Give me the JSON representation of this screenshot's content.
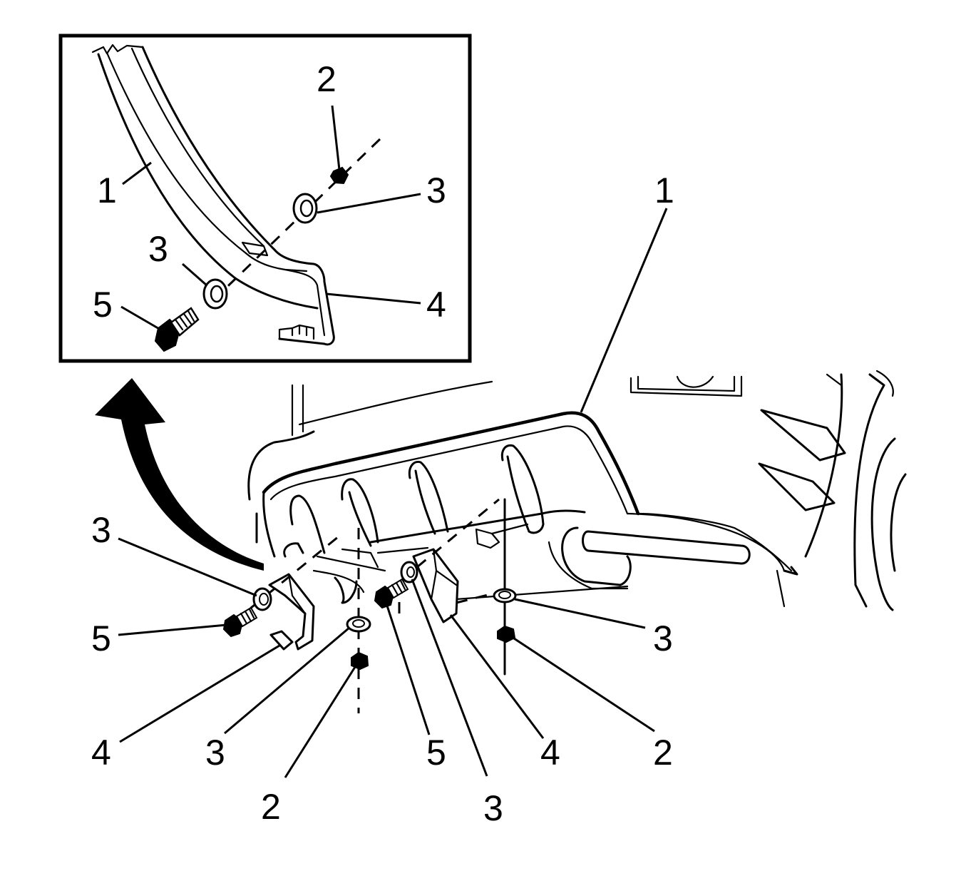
{
  "diagram": {
    "callouts": [
      {
        "id": "inset-1",
        "text": "1"
      },
      {
        "id": "inset-2",
        "text": "2"
      },
      {
        "id": "inset-3a",
        "text": "3"
      },
      {
        "id": "inset-3b",
        "text": "3"
      },
      {
        "id": "inset-4",
        "text": "4"
      },
      {
        "id": "inset-5",
        "text": "5"
      },
      {
        "id": "main-1",
        "text": "1"
      },
      {
        "id": "main-3-left",
        "text": "3"
      },
      {
        "id": "main-5-left",
        "text": "5"
      },
      {
        "id": "main-4-left",
        "text": "4"
      },
      {
        "id": "main-3-lower-left",
        "text": "3"
      },
      {
        "id": "main-2-lower-left",
        "text": "2"
      },
      {
        "id": "main-5-center",
        "text": "5"
      },
      {
        "id": "main-3-center",
        "text": "3"
      },
      {
        "id": "main-4-center",
        "text": "4"
      },
      {
        "id": "main-3-right",
        "text": "3"
      },
      {
        "id": "main-2-right",
        "text": "2"
      }
    ]
  }
}
